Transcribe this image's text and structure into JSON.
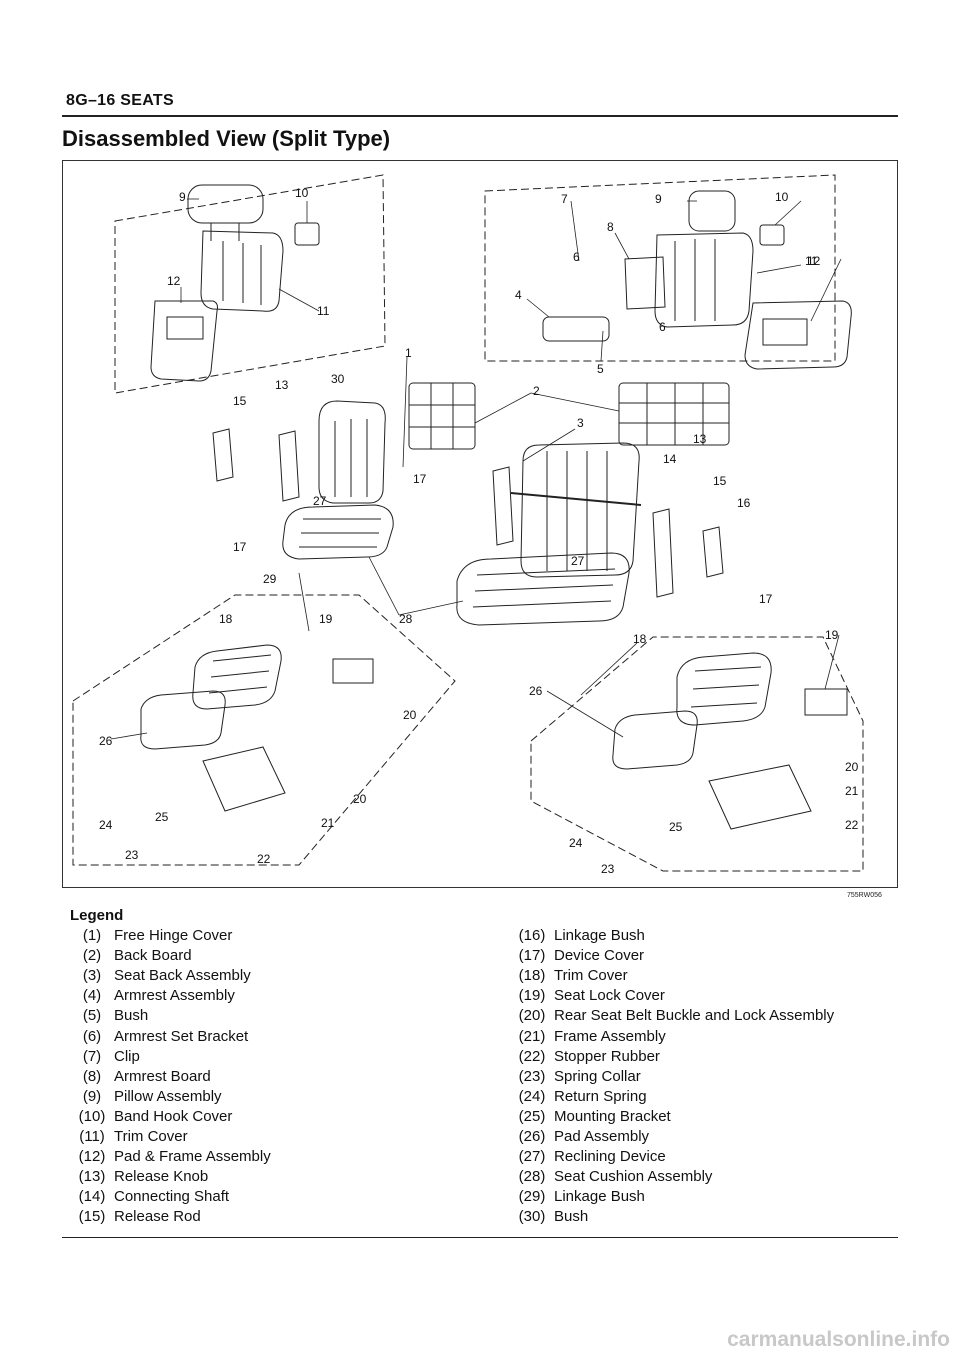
{
  "header": {
    "section": "8G–16   SEATS"
  },
  "title": "Disassembled View (Split Type)",
  "figure": {
    "code": "755RW056",
    "callouts": [
      "1",
      "2",
      "3",
      "4",
      "5",
      "6",
      "6",
      "7",
      "8",
      "9",
      "9",
      "10",
      "10",
      "11",
      "11",
      "12",
      "12",
      "13",
      "13",
      "14",
      "15",
      "15",
      "16",
      "17",
      "17",
      "17",
      "18",
      "18",
      "19",
      "19",
      "20",
      "20",
      "20",
      "21",
      "21",
      "22",
      "22",
      "23",
      "23",
      "24",
      "24",
      "25",
      "25",
      "26",
      "26",
      "27",
      "27",
      "28",
      "29",
      "30"
    ]
  },
  "legend": {
    "title": "Legend",
    "left": [
      {
        "num": "(1)",
        "text": "Free Hinge Cover"
      },
      {
        "num": "(2)",
        "text": "Back Board"
      },
      {
        "num": "(3)",
        "text": "Seat Back Assembly"
      },
      {
        "num": "(4)",
        "text": "Armrest Assembly"
      },
      {
        "num": "(5)",
        "text": "Bush"
      },
      {
        "num": "(6)",
        "text": "Armrest Set Bracket"
      },
      {
        "num": "(7)",
        "text": "Clip"
      },
      {
        "num": "(8)",
        "text": "Armrest Board"
      },
      {
        "num": "(9)",
        "text": "Pillow Assembly"
      },
      {
        "num": "(10)",
        "text": "Band Hook Cover"
      },
      {
        "num": "(11)",
        "text": "Trim Cover"
      },
      {
        "num": "(12)",
        "text": "Pad & Frame Assembly"
      },
      {
        "num": "(13)",
        "text": "Release Knob"
      },
      {
        "num": "(14)",
        "text": "Connecting Shaft"
      },
      {
        "num": "(15)",
        "text": "Release Rod"
      }
    ],
    "right": [
      {
        "num": "(16)",
        "text": "Linkage Bush"
      },
      {
        "num": "(17)",
        "text": "Device Cover"
      },
      {
        "num": "(18)",
        "text": "Trim Cover"
      },
      {
        "num": "(19)",
        "text": "Seat Lock Cover"
      },
      {
        "num": "(20)",
        "text": "Rear Seat Belt Buckle and Lock Assembly"
      },
      {
        "num": "(21)",
        "text": "Frame Assembly"
      },
      {
        "num": "(22)",
        "text": "Stopper Rubber"
      },
      {
        "num": "(23)",
        "text": "Spring Collar"
      },
      {
        "num": "(24)",
        "text": "Return Spring"
      },
      {
        "num": "(25)",
        "text": "Mounting Bracket"
      },
      {
        "num": "(26)",
        "text": "Pad Assembly"
      },
      {
        "num": "(27)",
        "text": "Reclining Device"
      },
      {
        "num": "(28)",
        "text": "Seat Cushion Assembly"
      },
      {
        "num": "(29)",
        "text": "Linkage Bush"
      },
      {
        "num": "(30)",
        "text": "Bush"
      }
    ]
  },
  "watermark": "carmanualsonline.info"
}
